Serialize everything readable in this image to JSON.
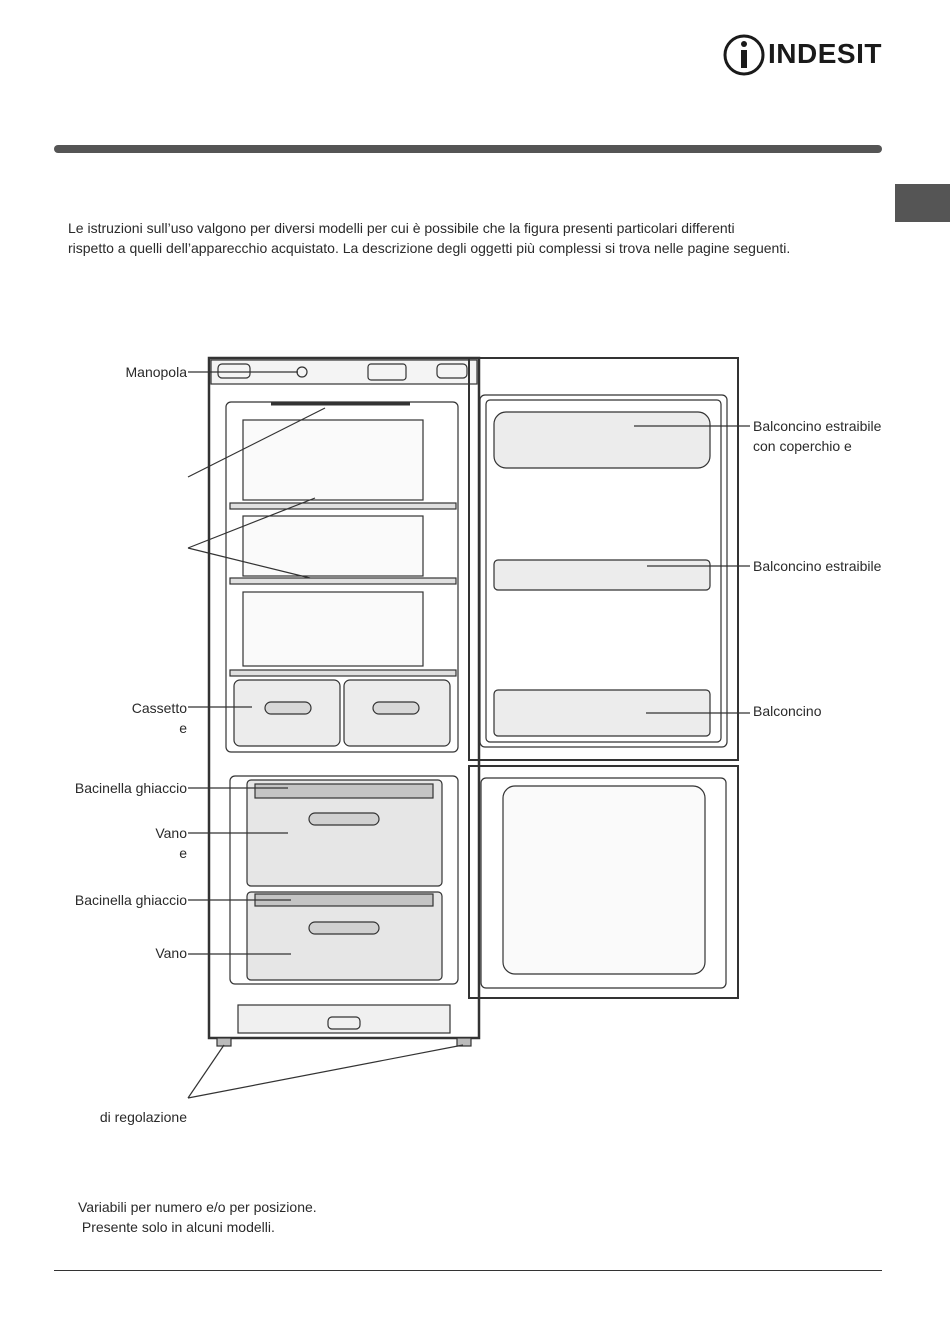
{
  "brand": {
    "name": "INDESIT"
  },
  "intro": {
    "line1": "Le istruzioni sull’uso valgono per diversi modelli per cui è possibile che la figura presenti particolari differenti",
    "line2": "rispetto a quelli dell’apparecchio acquistato. La descrizione degli oggetti più complessi si trova nelle pagine seguenti."
  },
  "labels": {
    "manopola": "Manopola",
    "cassetto_1": "Cassetto",
    "cassetto_2": "e",
    "bacinella_1": "Bacinella ghiaccio",
    "vano_1a": "Vano",
    "vano_1b": "e",
    "bacinella_2": "Bacinella ghiaccio",
    "vano_2": "Vano",
    "regolazione": "di regolazione",
    "balc_coperchio_1": "Balconcino estraibile",
    "balc_coperchio_2": "con coperchio e",
    "balc_estraibile": "Balconcino estraibile",
    "balconcino": "Balconcino"
  },
  "footnotes": {
    "line1": "Variabili per numero e/o per posizione.",
    "line2": " Presente solo in alcuni modelli."
  },
  "colors": {
    "accent_bar": "#555555",
    "panel_fill": "#e8e8e8",
    "line": "#333333"
  }
}
